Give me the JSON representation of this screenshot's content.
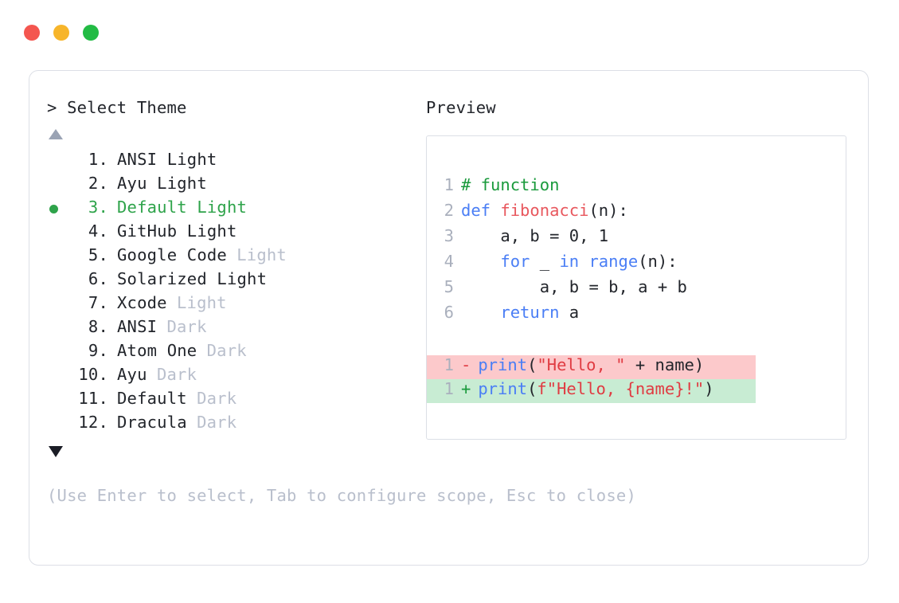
{
  "window": {
    "traffic_lights": [
      {
        "name": "close-dot",
        "color": "#f4564f"
      },
      {
        "name": "minimize-dot",
        "color": "#f7b52a"
      },
      {
        "name": "maximize-dot",
        "color": "#22bb44"
      }
    ]
  },
  "left": {
    "prompt": "> Select Theme",
    "scroll_up_icon": "triangle-up-icon",
    "scroll_down_icon": "triangle-down-icon",
    "selected_index": 3,
    "selected_bullet_color": "#2ea34a",
    "items": [
      {
        "num": "1.",
        "name": "ANSI Light",
        "mode": "",
        "selected": false
      },
      {
        "num": "2.",
        "name": "Ayu Light",
        "mode": "",
        "selected": false
      },
      {
        "num": "3.",
        "name": "Default Light",
        "mode": "",
        "selected": true
      },
      {
        "num": "4.",
        "name": "GitHub Light",
        "mode": "",
        "selected": false
      },
      {
        "num": "5.",
        "name": "Google Code",
        "mode": "Light",
        "selected": false
      },
      {
        "num": "6.",
        "name": "Solarized Light",
        "mode": "",
        "selected": false
      },
      {
        "num": "7.",
        "name": "Xcode",
        "mode": "Light",
        "selected": false
      },
      {
        "num": "8.",
        "name": "ANSI",
        "mode": "Dark",
        "selected": false
      },
      {
        "num": "9.",
        "name": "Atom One",
        "mode": "Dark",
        "selected": false
      },
      {
        "num": "10.",
        "name": "Ayu",
        "mode": "Dark",
        "selected": false
      },
      {
        "num": "11.",
        "name": "Default",
        "mode": "Dark",
        "selected": false
      },
      {
        "num": "12.",
        "name": "Dracula",
        "mode": "Dark",
        "selected": false
      }
    ],
    "hint": "(Use Enter to select, Tab to configure scope, Esc to close)"
  },
  "right": {
    "title": "Preview",
    "code_lines": [
      {
        "ln": "1",
        "tokens": [
          {
            "t": "# function",
            "c": "comment"
          }
        ]
      },
      {
        "ln": "2",
        "tokens": [
          {
            "t": "def ",
            "c": "kw"
          },
          {
            "t": "fibonacci",
            "c": "fn"
          },
          {
            "t": "(n):",
            "c": "plain"
          }
        ]
      },
      {
        "ln": "3",
        "tokens": [
          {
            "t": "    a, b = 0, 1",
            "c": "plain"
          }
        ]
      },
      {
        "ln": "4",
        "tokens": [
          {
            "t": "    ",
            "c": "plain"
          },
          {
            "t": "for",
            "c": "kw"
          },
          {
            "t": " _ ",
            "c": "plain"
          },
          {
            "t": "in",
            "c": "kw"
          },
          {
            "t": " ",
            "c": "plain"
          },
          {
            "t": "range",
            "c": "kw"
          },
          {
            "t": "(n):",
            "c": "plain"
          }
        ]
      },
      {
        "ln": "5",
        "tokens": [
          {
            "t": "        a, b = b, a + b",
            "c": "plain"
          }
        ]
      },
      {
        "ln": "6",
        "tokens": [
          {
            "t": "    ",
            "c": "plain"
          },
          {
            "t": "return",
            "c": "kw"
          },
          {
            "t": " a",
            "c": "plain"
          }
        ]
      }
    ],
    "diff_lines": [
      {
        "ln": "1",
        "sign": "-",
        "kind": "minus",
        "tokens": [
          {
            "t": "print",
            "c": "kw"
          },
          {
            "t": "(",
            "c": "plain"
          },
          {
            "t": "\"Hello, \"",
            "c": "str"
          },
          {
            "t": " + name)",
            "c": "plain"
          }
        ]
      },
      {
        "ln": "1",
        "sign": "+",
        "kind": "plus",
        "tokens": [
          {
            "t": "print",
            "c": "kw"
          },
          {
            "t": "(",
            "c": "plain"
          },
          {
            "t": "f\"Hello, {name}!\"",
            "c": "str"
          },
          {
            "t": ")",
            "c": "plain"
          }
        ]
      }
    ]
  },
  "colors": {
    "card_border": "#dcdfe6",
    "text": "#22252b",
    "muted": "#b9bfcc",
    "accent_green": "#2ea34a",
    "diff_remove_bg": "#fcc9cb",
    "diff_add_bg": "#c8ecd3"
  }
}
